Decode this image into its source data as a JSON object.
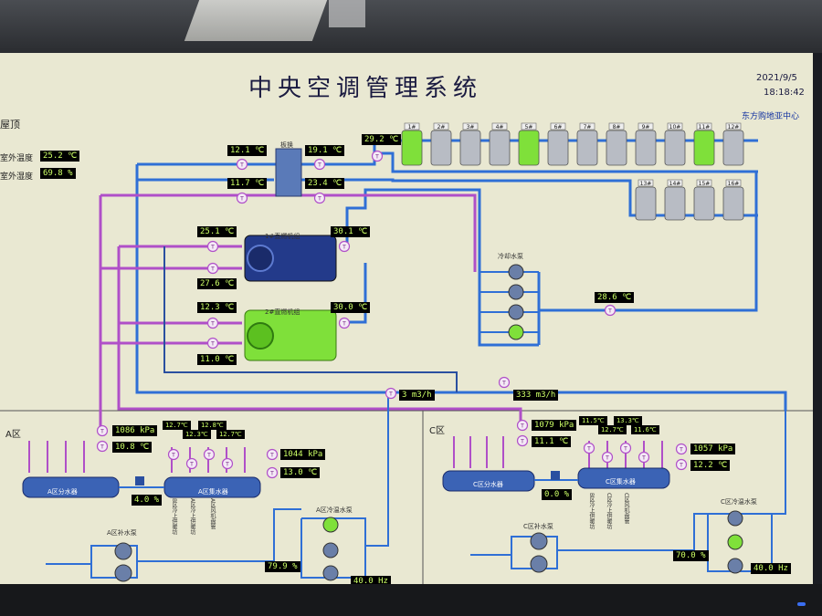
{
  "header": {
    "title": "中央空调管理系统",
    "date": "2021/9/5",
    "time": "18:18:42",
    "org": "东方购地亚中心",
    "roof_label": "屋顶"
  },
  "outdoor": {
    "temp_label": "室外温度",
    "temp_value": "25.2 ℃",
    "humidity_label": "室外湿度",
    "humidity_value": "69.8 %"
  },
  "exchanger": {
    "label": "板换"
  },
  "chillers": [
    {
      "label": "1#直燃机组"
    },
    {
      "label": "2#直燃机组"
    }
  ],
  "cooling_pumps": {
    "label": "冷却水泵"
  },
  "cooling_towers": {
    "row1": [
      "1#",
      "2#",
      "3#",
      "4#",
      "5#",
      "6#",
      "7#",
      "8#",
      "9#",
      "10#",
      "11#",
      "12#"
    ],
    "row2": [
      "13#",
      "14#",
      "15#",
      "16#"
    ],
    "active": [
      "1#",
      "5#",
      "11#"
    ]
  },
  "readings": {
    "ex_top_left": "12.1 ℃",
    "ex_top_right": "19.1 ℃",
    "ex_bot_left": "11.7 ℃",
    "ex_bot_right": "23.4 ℃",
    "tower_in": "29.2 ℃",
    "ch1_left": "25.1 ℃",
    "ch1_right": "30.1 ℃",
    "ch1_bottom": "27.6 ℃",
    "ch2_left": "12.3 ℃",
    "ch2_right": "30.0 ℃",
    "ch2_bottom": "11.0 ℃",
    "cooling_return": "28.6 ℃",
    "flow_a": "3 m3/h",
    "flow_c": "333 m3/h"
  },
  "zone_a": {
    "title": "A区",
    "supply_pressure": "1086 kPa",
    "supply_temp": "10.8 ℃",
    "branch_temps": [
      "12.7℃",
      "12.3℃",
      "12.8℃",
      "12.7℃"
    ],
    "return_pressure": "1044 kPa",
    "return_temp": "13.0 ℃",
    "valve_open": "4.0 %",
    "supply_header": "A区分水器",
    "return_header": "A区集水器",
    "makeup_pump": "A区补水泵",
    "chilled_pump": "A区冷温水泵",
    "branch_labels": [
      "B区冷上供暖坊",
      "A区冷上供暖坊",
      "A区风机盘管"
    ],
    "pump_load": "79.9 %",
    "pump_freq": "40.0 Hz"
  },
  "zone_c": {
    "title": "C区",
    "supply_pressure": "1079 kPa",
    "supply_temp": "11.1 ℃",
    "branch_temps": [
      "11.5℃",
      "12.7℃",
      "13.3℃",
      "11.6℃"
    ],
    "return_pressure": "1057 kPa",
    "return_temp": "12.2 ℃",
    "valve_open": "0.0 %",
    "supply_header": "C区分水器",
    "return_header": "C区集水器",
    "makeup_pump": "C区补水泵",
    "chilled_pump": "C区冷温水泵",
    "branch_labels": [
      "B区冷上供暖坊",
      "C区冷上供暖坊",
      "C区风机盘管"
    ],
    "pump_load": "70.0 %",
    "pump_freq": "40.0 Hz"
  },
  "colors": {
    "cooling_pipe": "#2f6fd6",
    "chilled_pipe": "#b04fc8",
    "return_pipe": "#2a4fa0",
    "active_unit": "#7fe03a",
    "panel_bg": "#e9e8d2"
  }
}
